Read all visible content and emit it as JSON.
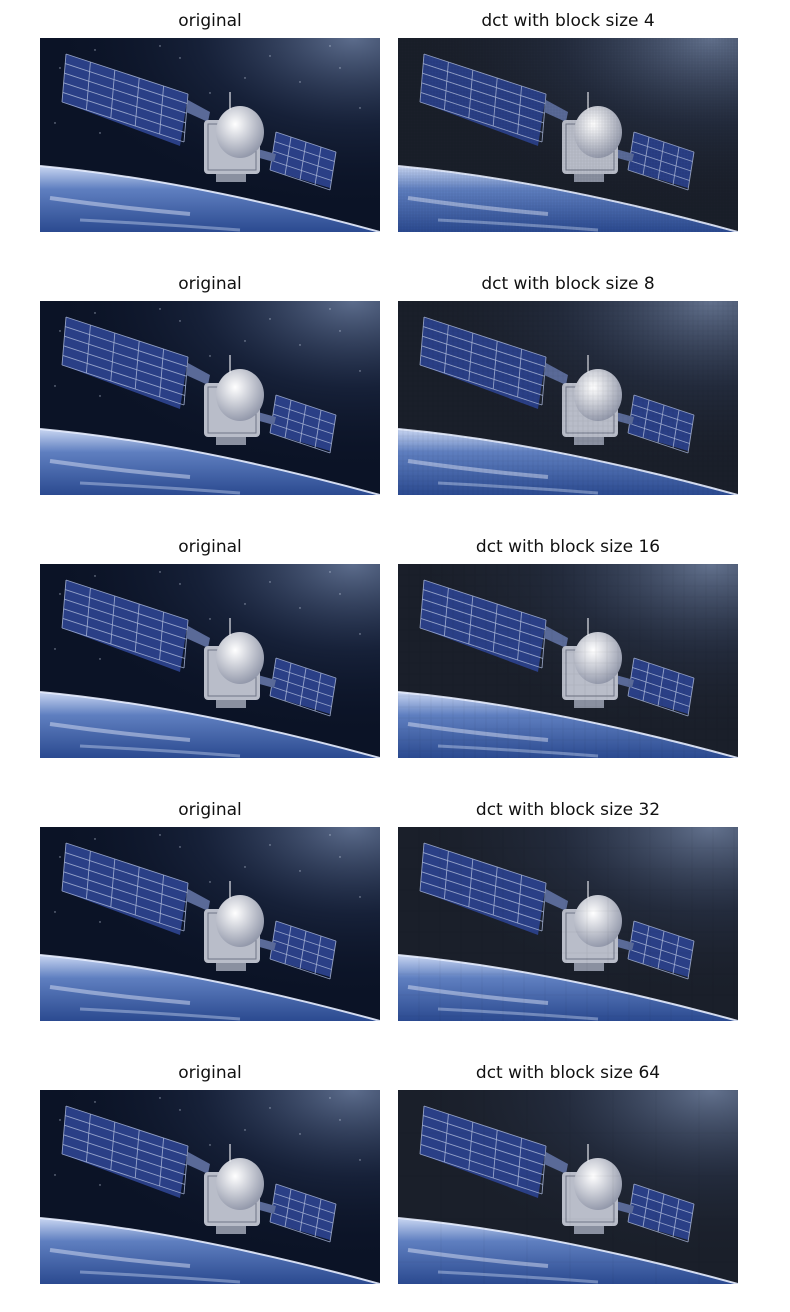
{
  "figure": {
    "rows": [
      {
        "original_title": "original",
        "dct_title": "dct with block size 4",
        "block_size": 4
      },
      {
        "original_title": "original",
        "dct_title": "dct with block size 8",
        "block_size": 8
      },
      {
        "original_title": "original",
        "dct_title": "dct with block size 16",
        "block_size": 16
      },
      {
        "original_title": "original",
        "dct_title": "dct with block size 32",
        "block_size": 32
      },
      {
        "original_title": "original",
        "dct_title": "dct with block size 64",
        "block_size": 64
      }
    ]
  },
  "image": {
    "subject": "satellite-over-earth",
    "colors": {
      "space_original": "#0b1326",
      "space_dct": "#1a1f2a",
      "earth": "#5f7fc0",
      "earth_light": "#c9d6f2",
      "panel": "#2a3f86",
      "panel_line": "#a7b4d6",
      "body": "#d9dbe2"
    }
  }
}
